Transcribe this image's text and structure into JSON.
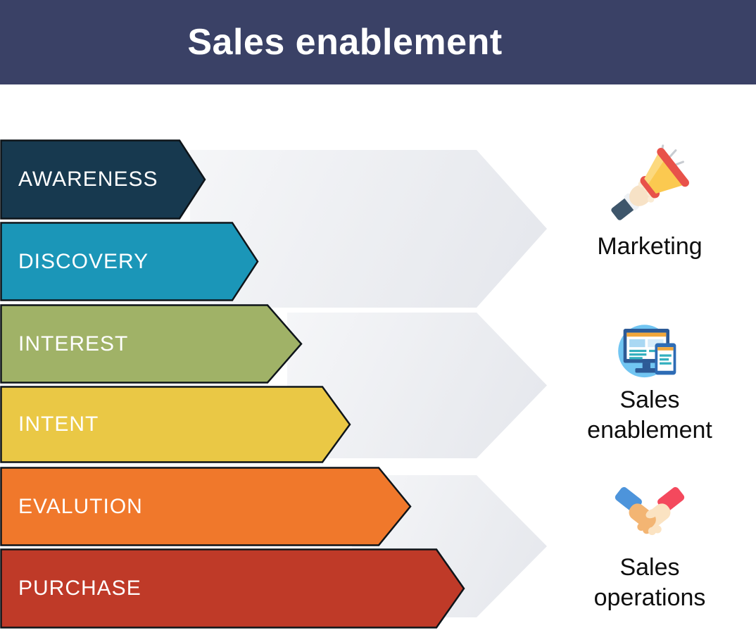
{
  "header": {
    "title": "Sales enablement",
    "bg_color": "#3A4166",
    "text_color": "#FFFFFF"
  },
  "funnel": {
    "stages": [
      {
        "label": "AWARENESS",
        "color": "#17394F"
      },
      {
        "label": "DISCOVERY",
        "color": "#1B96B8"
      },
      {
        "label": "INTEREST",
        "color": "#A0B267"
      },
      {
        "label": "INTENT",
        "color": "#EAC845"
      },
      {
        "label": "EVALUTION",
        "color": "#F0782B"
      },
      {
        "label": "PURCHASE",
        "color": "#BF3A28"
      }
    ],
    "label_color": "#FFFFFF",
    "outline_color": "#0E1419"
  },
  "teams": [
    {
      "label": "Marketing",
      "icon": "megaphone-icon"
    },
    {
      "label": "Sales enablement",
      "icon": "devices-icon"
    },
    {
      "label": "Sales operations",
      "icon": "handshake-icon"
    }
  ],
  "background": {
    "arrow_gradient_start": "#F5F6F8",
    "arrow_gradient_end": "#E6E8ED"
  }
}
